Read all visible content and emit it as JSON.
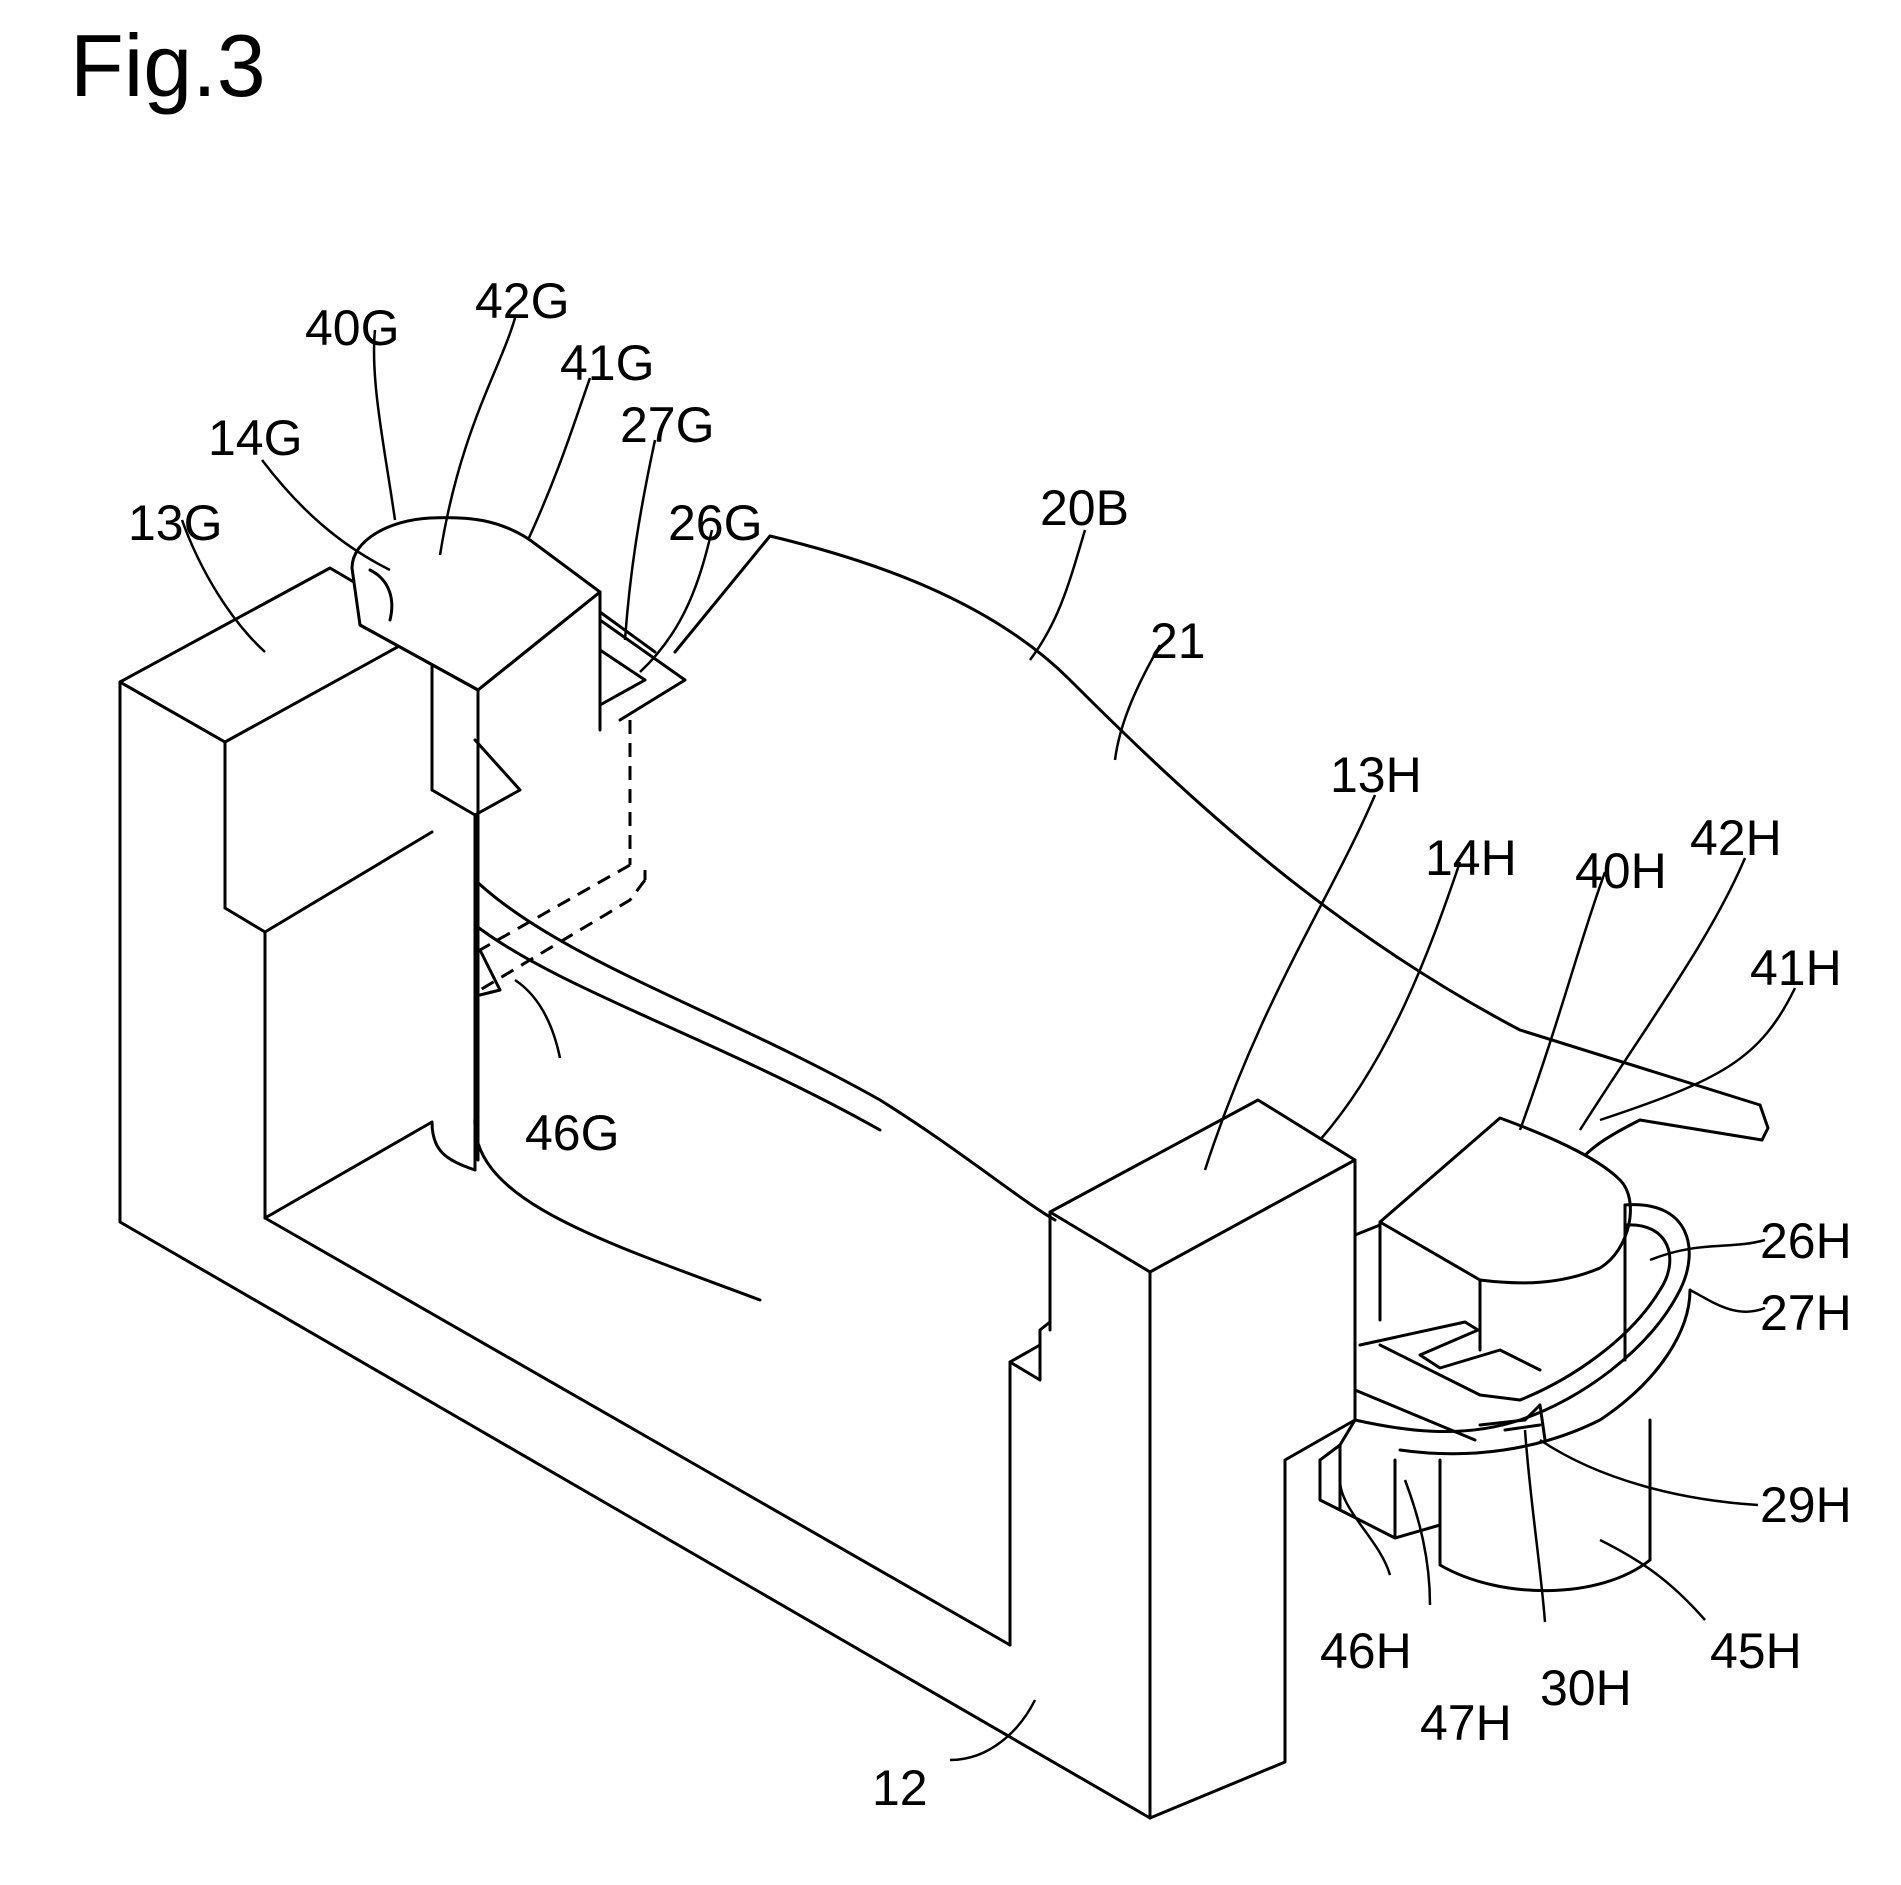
{
  "figure": {
    "title": "Fig.3",
    "labels": {
      "l40G": "40G",
      "l42G": "42G",
      "l41G": "41G",
      "l27G": "27G",
      "l14G": "14G",
      "l13G": "13G",
      "l26G": "26G",
      "l20B": "20B",
      "l21": "21",
      "l13H": "13H",
      "l14H": "14H",
      "l40H": "40H",
      "l42H": "42H",
      "l41H": "41H",
      "l46G": "46G",
      "l26H": "26H",
      "l27H": "27H",
      "l29H": "29H",
      "l46H": "46H",
      "l30H": "30H",
      "l45H": "45H",
      "l47H": "47H",
      "l12": "12"
    }
  }
}
